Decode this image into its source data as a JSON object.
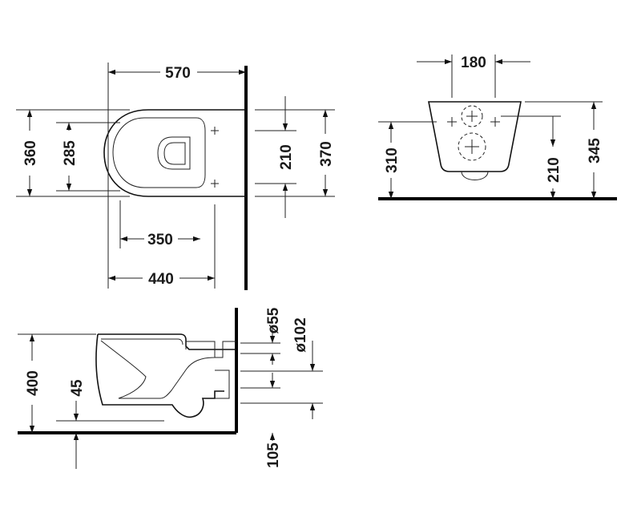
{
  "diagram": {
    "top_view": {
      "dims": {
        "overall_length": "570",
        "bowl_width": "360",
        "seat_width": "285",
        "fixing_span": "210",
        "wall_width": "370",
        "fix_to_front": "350",
        "front_length": "440"
      }
    },
    "rear_view": {
      "dims": {
        "fixing_spacing": "180",
        "bottom_height": "310",
        "fixing_height": "210",
        "top_height": "345"
      }
    },
    "side_view": {
      "dims": {
        "total_height": "400",
        "outlet_offset": "45",
        "inlet_diameter": "ø55",
        "outlet_diameter": "ø102",
        "outlet_height": "105"
      }
    }
  }
}
